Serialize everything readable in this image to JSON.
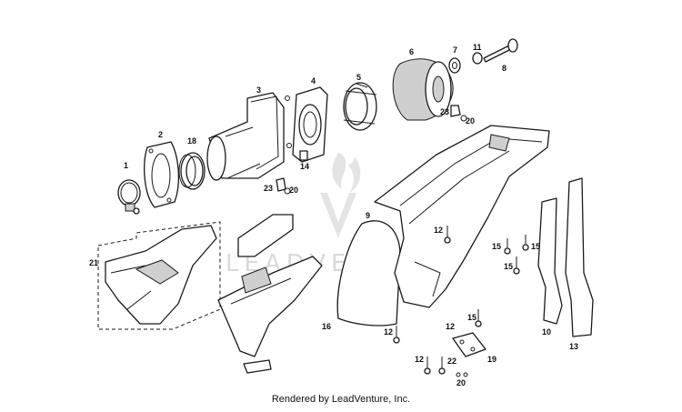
{
  "watermark": "LEADVENTURE",
  "footer": "Rendered by LeadVenture, Inc.",
  "callouts": {
    "c1": "1",
    "c2": "2",
    "c3": "3",
    "c4": "4",
    "c5": "5",
    "c6": "6",
    "c7": "7",
    "c8": "8",
    "c9": "9",
    "c10": "10",
    "c11": "11",
    "c12a": "12",
    "c12b": "12",
    "c12c": "12",
    "c12d": "12",
    "c13": "13",
    "c14": "14",
    "c15a": "15",
    "c15b": "15",
    "c15c": "15",
    "c15d": "15",
    "c16": "16",
    "c18": "18",
    "c19": "19",
    "c20a": "20",
    "c20b": "20",
    "c20c": "20",
    "c21": "21",
    "c22": "22",
    "c23a": "23",
    "c23b": "23"
  }
}
